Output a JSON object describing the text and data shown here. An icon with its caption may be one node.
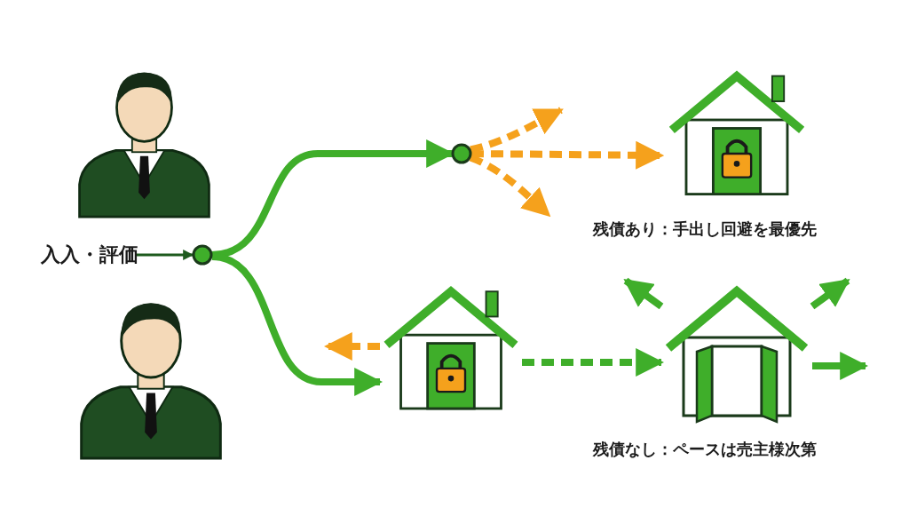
{
  "diagram": {
    "nodes": [
      {
        "text": [],
        "shape": "picture"
      },
      {
        "text": [],
        "shape": "picture"
      },
      {
        "text": [
          "入入・評価"
        ]
      },
      {
        "text": [],
        "shape": "circle"
      },
      {
        "text": [],
        "shape": "circle"
      },
      {
        "text": [],
        "shape": "picture",
        "beside": [
          "残債あり：手出し回避を最優先"
        ]
      },
      {
        "text": [],
        "shape": "picture"
      },
      {
        "text": [],
        "shape": "picture",
        "beside": [
          "残債なし：ペースは売主様次第"
        ]
      }
    ],
    "edges": [
      {
        "from": 2,
        "to": 3,
        "arrow": "to",
        "color": "#1d5a1d"
      },
      {
        "from": 3,
        "to": 4,
        "arrow": "to"
      },
      {
        "from": 3,
        "to": 6,
        "arrow": "to"
      },
      {
        "from": 4,
        "to": null,
        "arrow": "to",
        "style": "dashed",
        "color": "#f5a11c"
      },
      {
        "from": 4,
        "to": null,
        "arrow": "to",
        "style": "dashed",
        "color": "#f5a11c"
      },
      {
        "from": 4,
        "to": 5,
        "arrow": "to",
        "style": "dashed",
        "color": "#f5a11c"
      },
      {
        "from": 6,
        "to": null,
        "arrow": "to",
        "style": "dashed",
        "color": "#f5a11c"
      },
      {
        "from": 6,
        "to": 7,
        "arrow": "to",
        "style": "dashed"
      },
      {
        "from": 7,
        "to": null,
        "arrow": "to"
      },
      {
        "from": 7,
        "to": null,
        "arrow": "to"
      },
      {
        "from": 7,
        "to": null,
        "arrow": "to"
      }
    ]
  }
}
